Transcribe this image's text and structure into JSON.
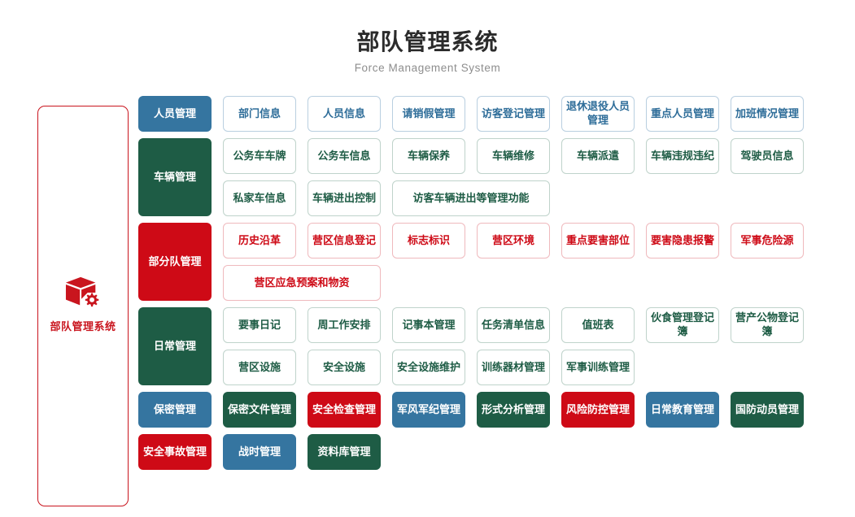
{
  "header": {
    "title": "部队管理系统",
    "subtitle": "Force Management System"
  },
  "sidebar": {
    "brand_label": "部队管理系统",
    "icon": "box-gear-icon",
    "border_color": "#c9151e",
    "text_color": "#c9151e"
  },
  "colors": {
    "blue": "#3575a0",
    "green": "#1e5c45",
    "red": "#ce0a16",
    "blue_border": "#b9cfe0",
    "green_border": "#bfd3cb",
    "red_border": "#efb9bd",
    "title": "#2b2b2b",
    "subtitle": "#8d8d8d"
  },
  "groups": [
    {
      "label": "人员管理",
      "color": "blue",
      "items": [
        {
          "label": "部门信息",
          "style": "outline",
          "color": "blue",
          "span": 1
        },
        {
          "label": "人员信息",
          "style": "outline",
          "color": "blue",
          "span": 1
        },
        {
          "label": "请销假管理",
          "style": "outline",
          "color": "blue",
          "span": 1
        },
        {
          "label": "访客登记管理",
          "style": "outline",
          "color": "blue",
          "span": 1
        },
        {
          "label": "退休退役人员管理",
          "style": "outline",
          "color": "blue",
          "span": 1
        },
        {
          "label": "重点人员管理",
          "style": "outline",
          "color": "blue",
          "span": 1
        },
        {
          "label": "加班情况管理",
          "style": "outline",
          "color": "blue",
          "span": 1
        }
      ]
    },
    {
      "label": "车辆管理",
      "color": "green",
      "items": [
        {
          "label": "公务车车牌",
          "style": "outline",
          "color": "green",
          "span": 1
        },
        {
          "label": "公务车信息",
          "style": "outline",
          "color": "green",
          "span": 1
        },
        {
          "label": "车辆保养",
          "style": "outline",
          "color": "green",
          "span": 1
        },
        {
          "label": "车辆维修",
          "style": "outline",
          "color": "green",
          "span": 1
        },
        {
          "label": "车辆派遣",
          "style": "outline",
          "color": "green",
          "span": 1
        },
        {
          "label": "车辆违规违纪",
          "style": "outline",
          "color": "green",
          "span": 1
        },
        {
          "label": "驾驶员信息",
          "style": "outline",
          "color": "green",
          "span": 1
        },
        {
          "label": "私家车信息",
          "style": "outline",
          "color": "green",
          "span": 1
        },
        {
          "label": "车辆进出控制",
          "style": "outline",
          "color": "green",
          "span": 1
        },
        {
          "label": "访客车辆进出等管理功能",
          "style": "outline",
          "color": "green",
          "span": 2
        }
      ]
    },
    {
      "label": "部分队管理",
      "color": "red",
      "items": [
        {
          "label": "历史沿革",
          "style": "outline",
          "color": "red",
          "span": 1
        },
        {
          "label": "营区信息登记",
          "style": "outline",
          "color": "red",
          "span": 1
        },
        {
          "label": "标志标识",
          "style": "outline",
          "color": "red",
          "span": 1
        },
        {
          "label": "营区环境",
          "style": "outline",
          "color": "red",
          "span": 1
        },
        {
          "label": "重点要害部位",
          "style": "outline",
          "color": "red",
          "span": 1
        },
        {
          "label": "要害隐患报警",
          "style": "outline",
          "color": "red",
          "span": 1
        },
        {
          "label": "军事危险源",
          "style": "outline",
          "color": "red",
          "span": 1
        },
        {
          "label": "营区应急预案和物资",
          "style": "outline",
          "color": "red",
          "span": 2
        }
      ]
    },
    {
      "label": "日常管理",
      "color": "green",
      "items": [
        {
          "label": "要事日记",
          "style": "outline",
          "color": "green",
          "span": 1
        },
        {
          "label": "周工作安排",
          "style": "outline",
          "color": "green",
          "span": 1
        },
        {
          "label": "记事本管理",
          "style": "outline",
          "color": "green",
          "span": 1
        },
        {
          "label": "任务清单信息",
          "style": "outline",
          "color": "green",
          "span": 1
        },
        {
          "label": "值班表",
          "style": "outline",
          "color": "green",
          "span": 1
        },
        {
          "label": "伙食管理登记簿",
          "style": "outline",
          "color": "green",
          "span": 1
        },
        {
          "label": "营产公物登记簿",
          "style": "outline",
          "color": "green",
          "span": 1
        },
        {
          "label": "营区设施",
          "style": "outline",
          "color": "green",
          "span": 1
        },
        {
          "label": "安全设施",
          "style": "outline",
          "color": "green",
          "span": 1
        },
        {
          "label": "安全设施维护",
          "style": "outline",
          "color": "green",
          "span": 1
        },
        {
          "label": "训练器材管理",
          "style": "outline",
          "color": "green",
          "span": 1
        },
        {
          "label": "军事训练管理",
          "style": "outline",
          "color": "green",
          "span": 1
        }
      ]
    },
    {
      "label": "保密管理",
      "color": "blue",
      "items": [
        {
          "label": "保密文件管理",
          "style": "filled",
          "color": "green",
          "span": 1
        },
        {
          "label": "安全检查管理",
          "style": "filled",
          "color": "red",
          "span": 1
        },
        {
          "label": "军风军纪管理",
          "style": "filled",
          "color": "blue",
          "span": 1
        },
        {
          "label": "形式分析管理",
          "style": "filled",
          "color": "green",
          "span": 1
        },
        {
          "label": "风险防控管理",
          "style": "filled",
          "color": "red",
          "span": 1
        },
        {
          "label": "日常教育管理",
          "style": "filled",
          "color": "blue",
          "span": 1
        },
        {
          "label": "国防动员管理",
          "style": "filled",
          "color": "green",
          "span": 1
        }
      ]
    }
  ],
  "footer_row": [
    {
      "label": "安全事故管理",
      "style": "filled",
      "color": "red",
      "span": 1
    },
    {
      "label": "战时管理",
      "style": "filled",
      "color": "blue",
      "span": 1
    },
    {
      "label": "资料库管理",
      "style": "filled",
      "color": "green",
      "span": 1
    }
  ]
}
